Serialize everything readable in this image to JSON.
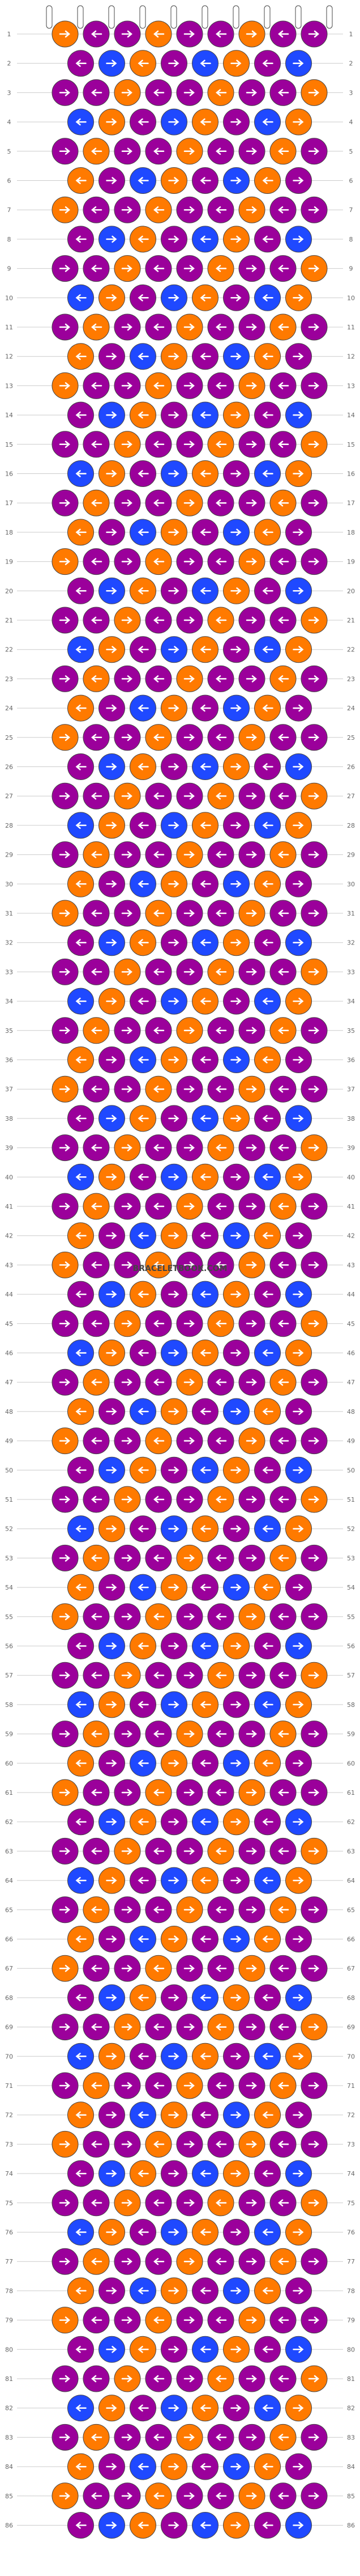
{
  "pattern": {
    "watermark": "BRACELETBOOK.COM",
    "colors": {
      "orange": "#ff7a00",
      "purple": "#9b009b",
      "blue": "#1f49ff",
      "string_white": "#ffffff",
      "outline": "#444444",
      "arrow_fill": "#ffffff",
      "row_divider": "#cccccc"
    },
    "rows_count": 86,
    "strings_count": 10,
    "knots_per_row": 9
  }
}
